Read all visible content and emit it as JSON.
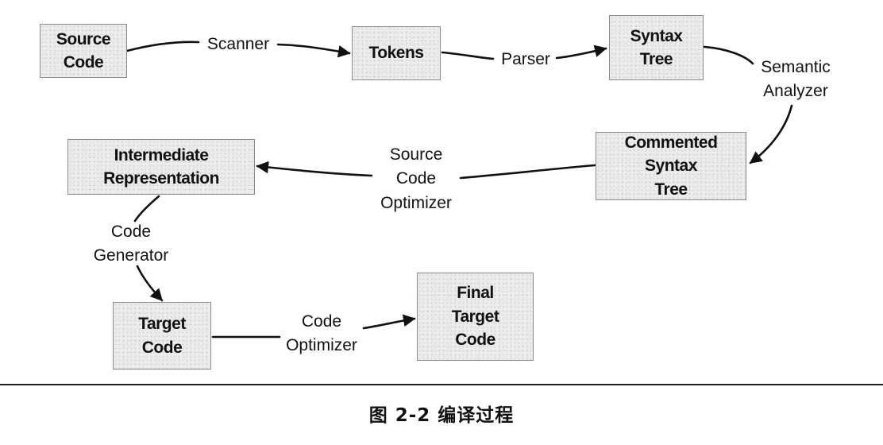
{
  "nodes": [
    {
      "id": "source-code",
      "label": "Source\nCode"
    },
    {
      "id": "tokens",
      "label": "Tokens"
    },
    {
      "id": "syntax-tree",
      "label": "Syntax\nTree"
    },
    {
      "id": "commented-syntax-tree",
      "label": "Commented\nSyntax\nTree"
    },
    {
      "id": "intermediate-representation",
      "label": "Intermediate\nRepresentation"
    },
    {
      "id": "target-code",
      "label": "Target\nCode"
    },
    {
      "id": "final-target-code",
      "label": "Final\nTarget\nCode"
    }
  ],
  "edges": [
    {
      "id": "scanner",
      "from": "source-code",
      "to": "tokens",
      "label": [
        "Scanner"
      ]
    },
    {
      "id": "parser",
      "from": "tokens",
      "to": "syntax-tree",
      "label": [
        "Parser"
      ]
    },
    {
      "id": "semantic-analyzer",
      "from": "syntax-tree",
      "to": "commented-syntax-tree",
      "label": [
        "Semantic",
        "Analyzer"
      ]
    },
    {
      "id": "source-code-optimizer",
      "from": "commented-syntax-tree",
      "to": "intermediate-representation",
      "label": [
        "Source",
        "Code",
        "Optimizer"
      ]
    },
    {
      "id": "code-generator",
      "from": "intermediate-representation",
      "to": "target-code",
      "label": [
        "Code",
        "Generator"
      ]
    },
    {
      "id": "code-optimizer",
      "from": "target-code",
      "to": "final-target-code",
      "label": [
        "Code",
        "Optimizer"
      ]
    }
  ],
  "caption": "图 2-2   编译过程",
  "colors": {
    "box_fill": "#ececec",
    "box_border": "#8a8a8a",
    "ink": "#111111"
  }
}
